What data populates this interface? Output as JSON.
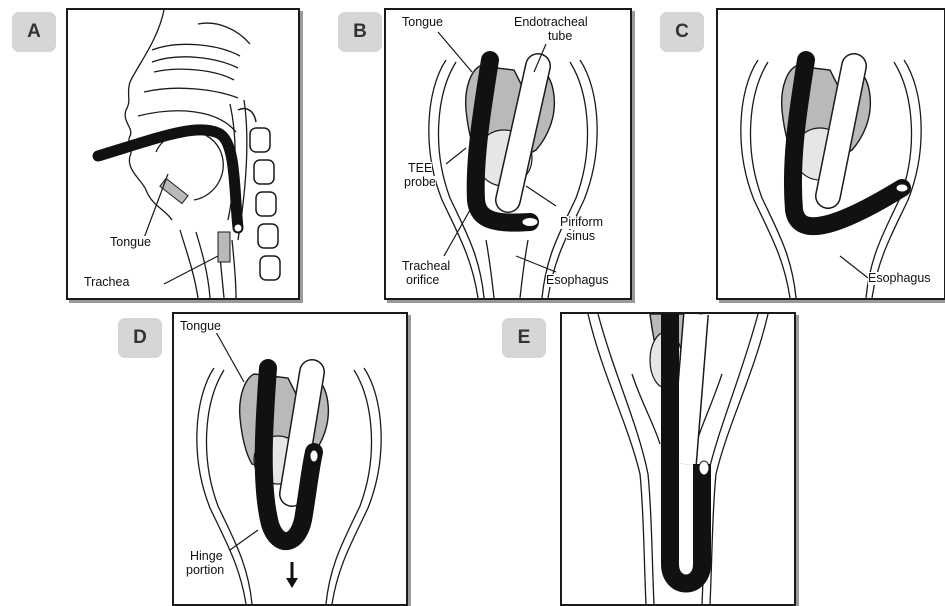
{
  "panels": [
    {
      "badge": "A",
      "labels": [
        "Tongue",
        "Trachea"
      ]
    },
    {
      "badge": "B",
      "labels": [
        "Tongue",
        "Endotracheal",
        "tube",
        "TEE",
        "probe",
        "Piriform",
        "sinus",
        "Tracheal",
        "orifice",
        "Esophagus"
      ]
    },
    {
      "badge": "C",
      "labels": [
        "Esophagus"
      ]
    },
    {
      "badge": "D",
      "labels": [
        "Tongue",
        "Hinge",
        "portion"
      ]
    },
    {
      "badge": "E",
      "labels": []
    }
  ],
  "colors": {
    "probe": "#111111",
    "tissue": "#b9b9b9",
    "badge": "#d6d6d6",
    "outline": "#1a1a1a"
  }
}
